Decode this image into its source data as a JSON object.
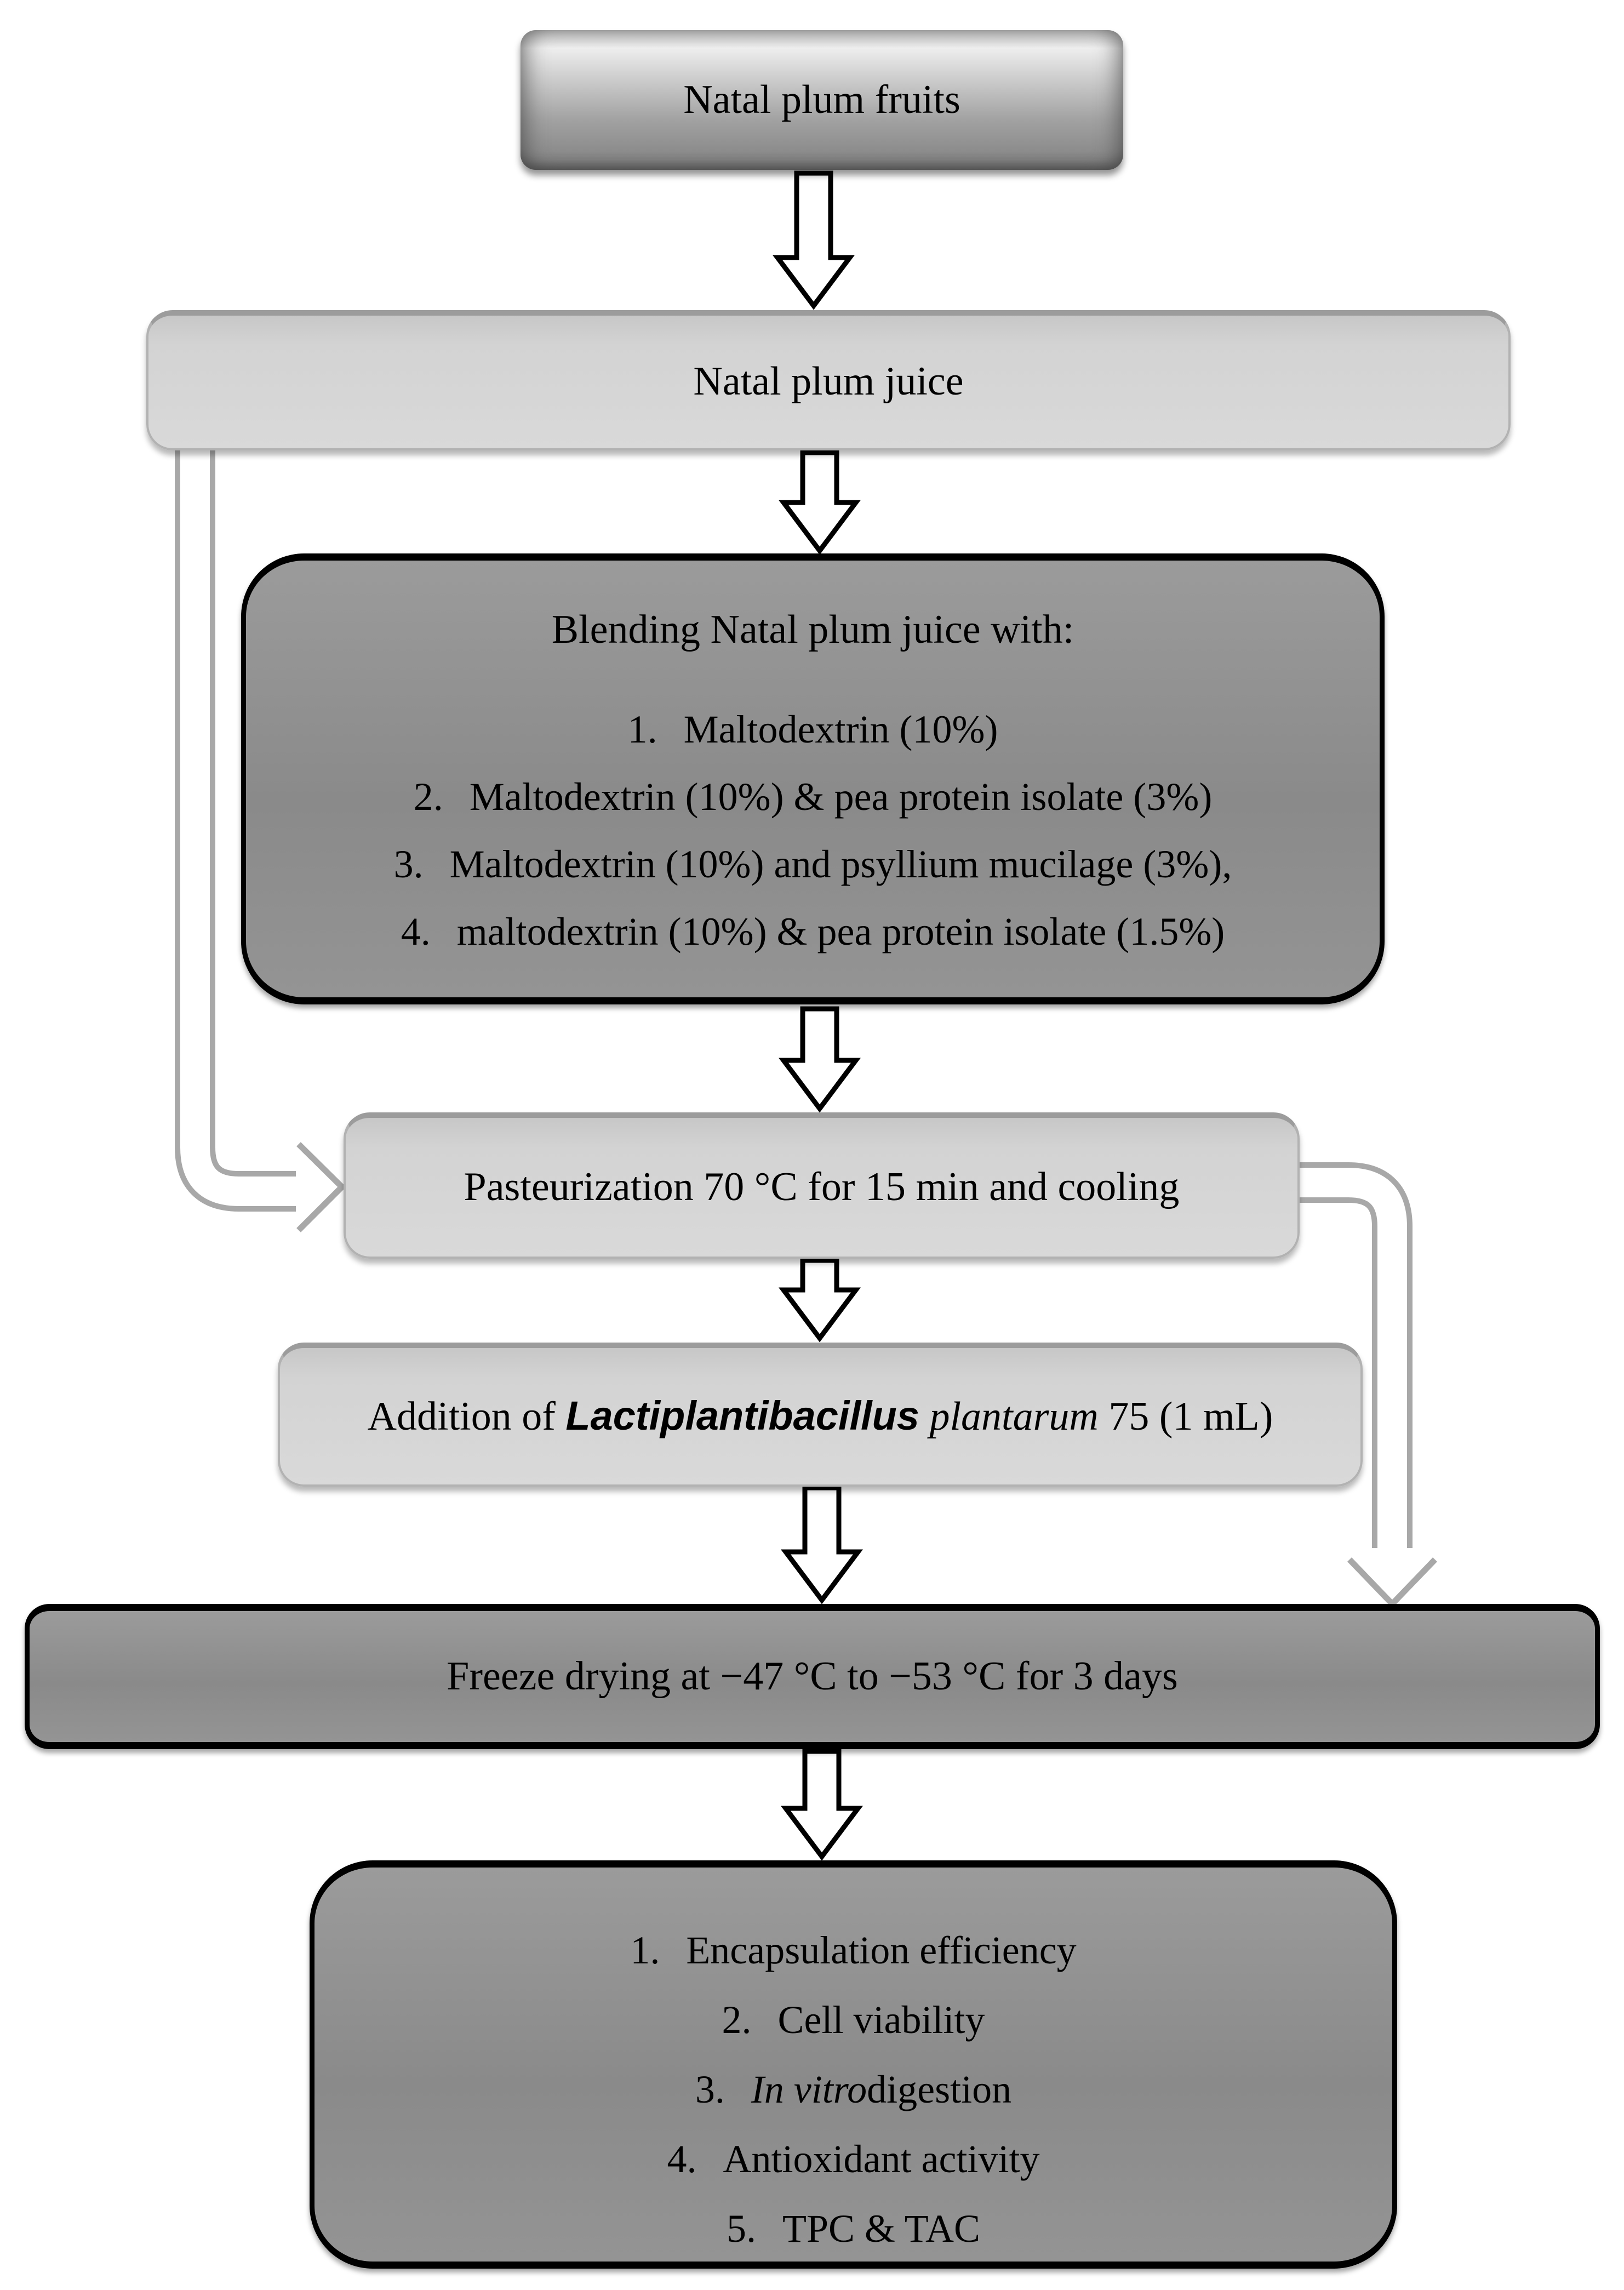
{
  "figure": {
    "type": "flowchart",
    "background": "#ffffff"
  },
  "colors": {
    "connector_gray": "#a8a8a8",
    "arrow_outline": "#000000",
    "arrow_fill": "#ffffff",
    "dark_box_fill": "#8f8f8f",
    "light_box_fill": "#d3d3d3",
    "text": "#000000"
  },
  "flow": {
    "fruits": {
      "label": "Natal plum fruits"
    },
    "juice": {
      "label": "Natal plum juice"
    },
    "blending": {
      "title": "Blending Natal plum juice with:",
      "items": [
        {
          "num": "1.",
          "text": "Maltodextrin (10%)"
        },
        {
          "num": "2.",
          "text": "Maltodextrin (10%) & pea protein isolate (3%)"
        },
        {
          "num": "3.",
          "text": "Maltodextrin (10%) and psyllium mucilage (3%),"
        },
        {
          "num": "4.",
          "text": "maltodextrin (10%) & pea protein isolate (1.5%)"
        }
      ]
    },
    "pasteurization": {
      "label": "Pasteurization 70 °C for 15 min and cooling"
    },
    "addition": {
      "prefix": "Addition of ",
      "genus": "Lactiplantibacillus",
      "species": " plantarum",
      "suffix": " 75 (1 mL)"
    },
    "freeze": {
      "label": "Freeze drying at −47 °C to −53 °C for 3 days"
    },
    "analyses": {
      "items": [
        {
          "num": "1.",
          "italic": "",
          "text": "Encapsulation efficiency"
        },
        {
          "num": "2.",
          "italic": "",
          "text": "Cell viability"
        },
        {
          "num": "3.",
          "italic": "In vitro",
          "text": " digestion"
        },
        {
          "num": "4.",
          "italic": "",
          "text": "Antioxidant activity"
        },
        {
          "num": "5.",
          "italic": "",
          "text": "TPC & TAC"
        }
      ]
    }
  }
}
